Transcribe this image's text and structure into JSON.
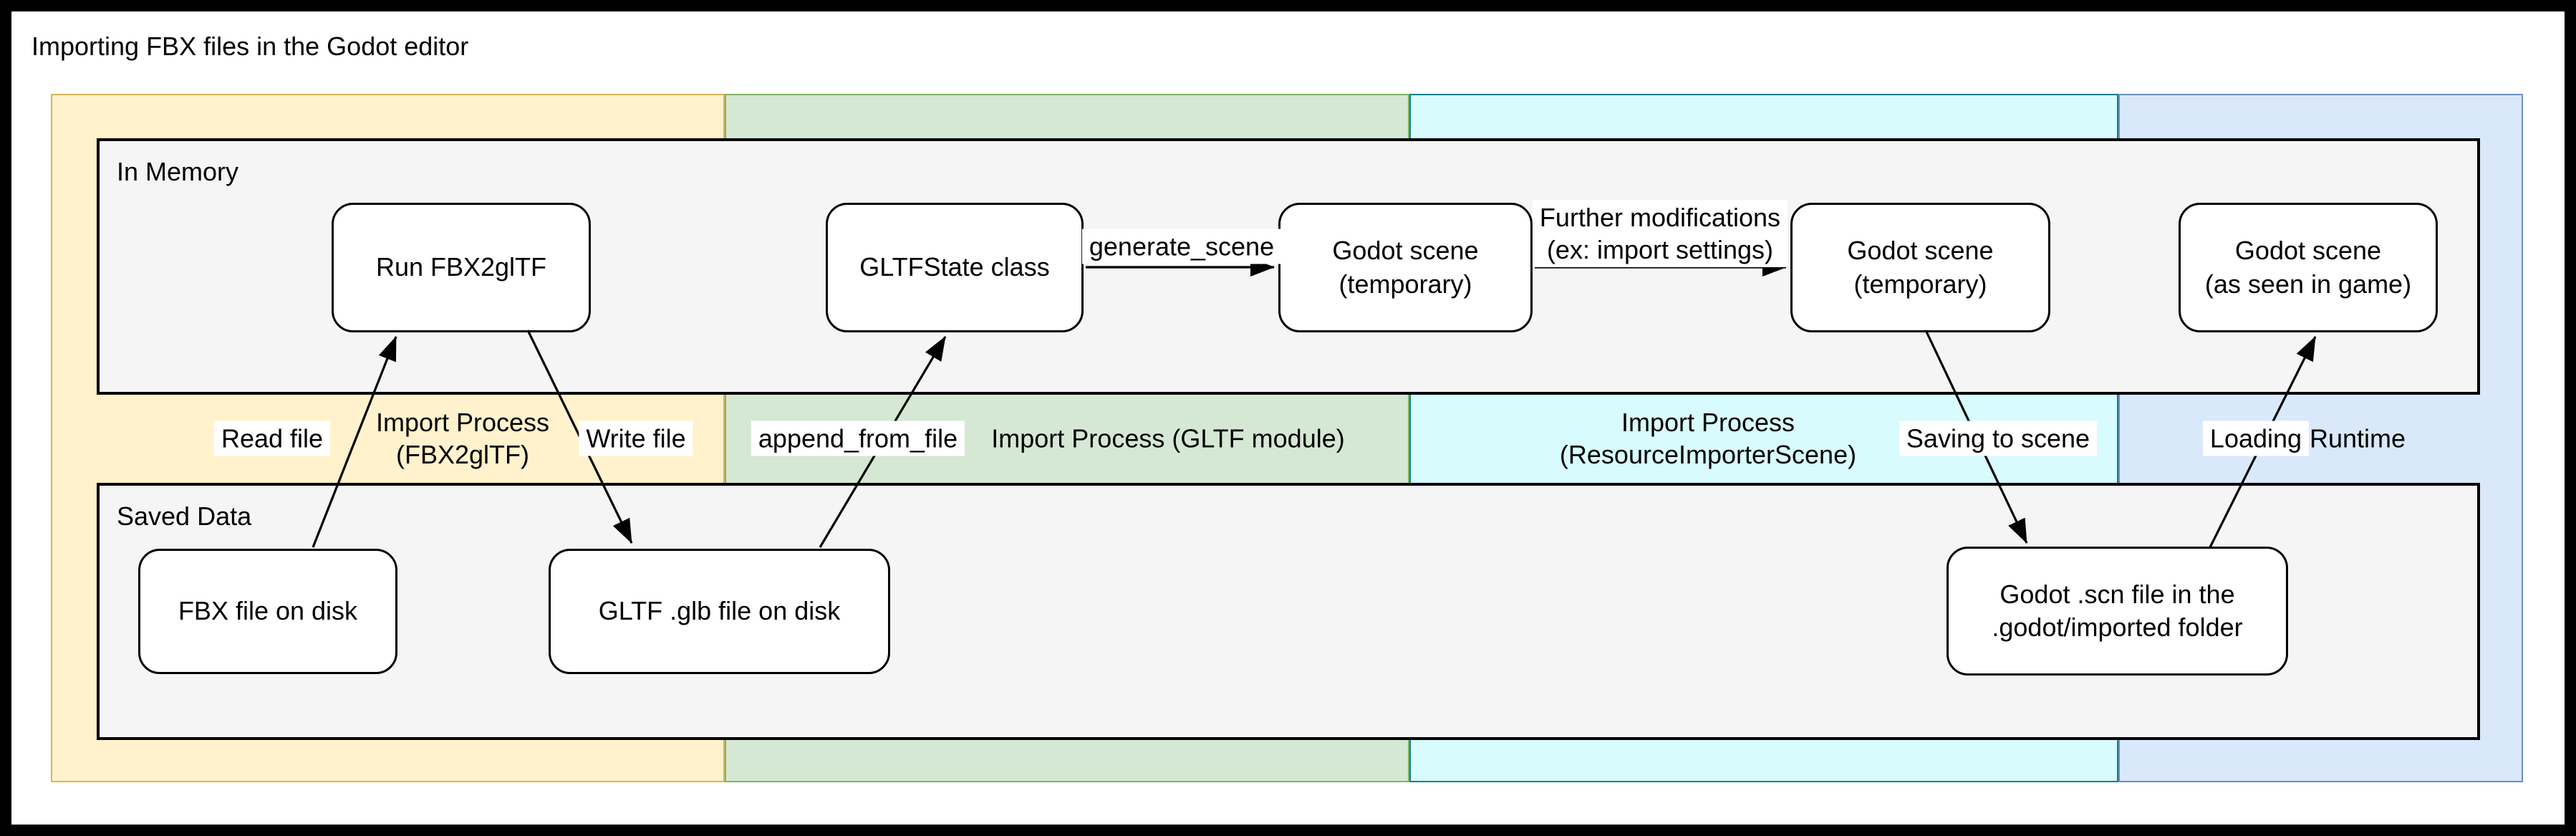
{
  "title": "Importing FBX files in the Godot editor",
  "rows": {
    "in_memory": "In Memory",
    "saved_data": "Saved Data"
  },
  "columns": [
    {
      "id": "fbx2gltf",
      "label": "Import Process\n(FBX2glTF)",
      "fill": "#FFF2CC",
      "stroke": "#D6B656"
    },
    {
      "id": "gltf_module",
      "label": "Import Process (GLTF module)",
      "fill": "#D5E8D4",
      "stroke": "#82B366"
    },
    {
      "id": "resource_importer_scene",
      "label": "Import Process\n(ResourceImporterScene)",
      "fill": "#D8FBFD",
      "stroke": "#0F8089"
    },
    {
      "id": "runtime",
      "label": "Runtime",
      "fill": "#DAE8FC",
      "stroke": "#6C8EBF"
    }
  ],
  "nodes": {
    "run_fbx2gltf": "Run FBX2glTF",
    "gltfstate": "GLTFState class",
    "godot_scene_temp_1": "Godot scene\n(temporary)",
    "godot_scene_temp_2": "Godot scene\n(temporary)",
    "godot_scene_game": "Godot scene\n(as seen in game)",
    "fbx_file": "FBX file on disk",
    "glb_file": "GLTF .glb file on disk",
    "scn_file": "Godot .scn file in the\n.godot/imported folder"
  },
  "edge_labels": {
    "read_file": "Read file",
    "write_file": "Write file",
    "append_from_file": "append_from_file",
    "generate_scene": "generate_scene",
    "further_modifications": "Further modifications\n(ex: import settings)",
    "saving_to_scene": "Saving to scene",
    "loading": "Loading"
  },
  "colors": {
    "canvas_border": "#000000",
    "row_fill": "#F5F5F5",
    "row_stroke": "#000000",
    "node_fill": "#FFFFFF",
    "node_stroke": "#000000",
    "arrow": "#000000"
  }
}
